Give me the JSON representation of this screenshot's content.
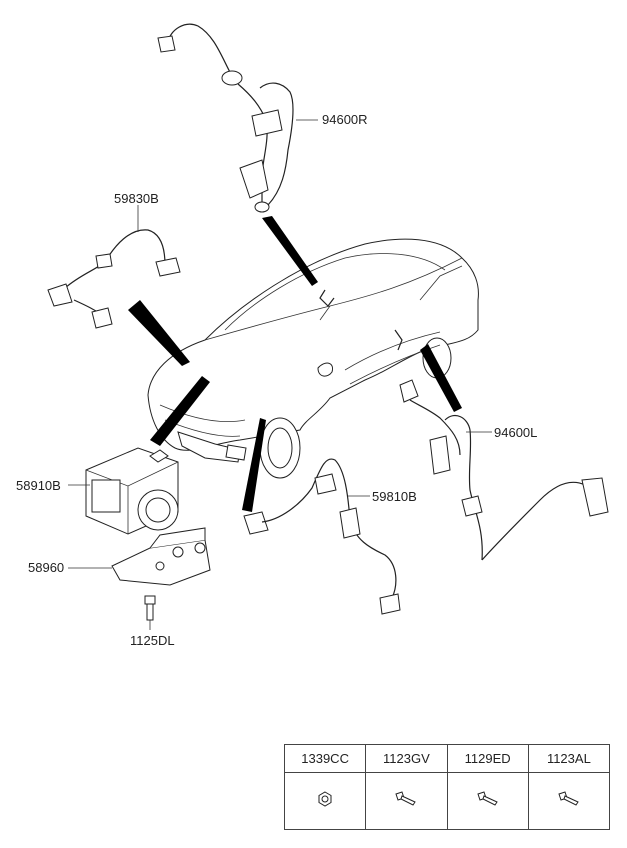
{
  "callouts": {
    "c94600R": "94600R",
    "c59830B": "59830B",
    "c58910B": "58910B",
    "c94600L": "94600L",
    "c59810B": "59810B",
    "c58960": "58960",
    "c1125DL": "1125DL"
  },
  "legend": {
    "headers": [
      "1339CC",
      "1123GV",
      "1129ED",
      "1123AL"
    ],
    "icons": [
      "nut-icon",
      "bolt-icon",
      "bolt-icon",
      "bolt-icon"
    ]
  }
}
